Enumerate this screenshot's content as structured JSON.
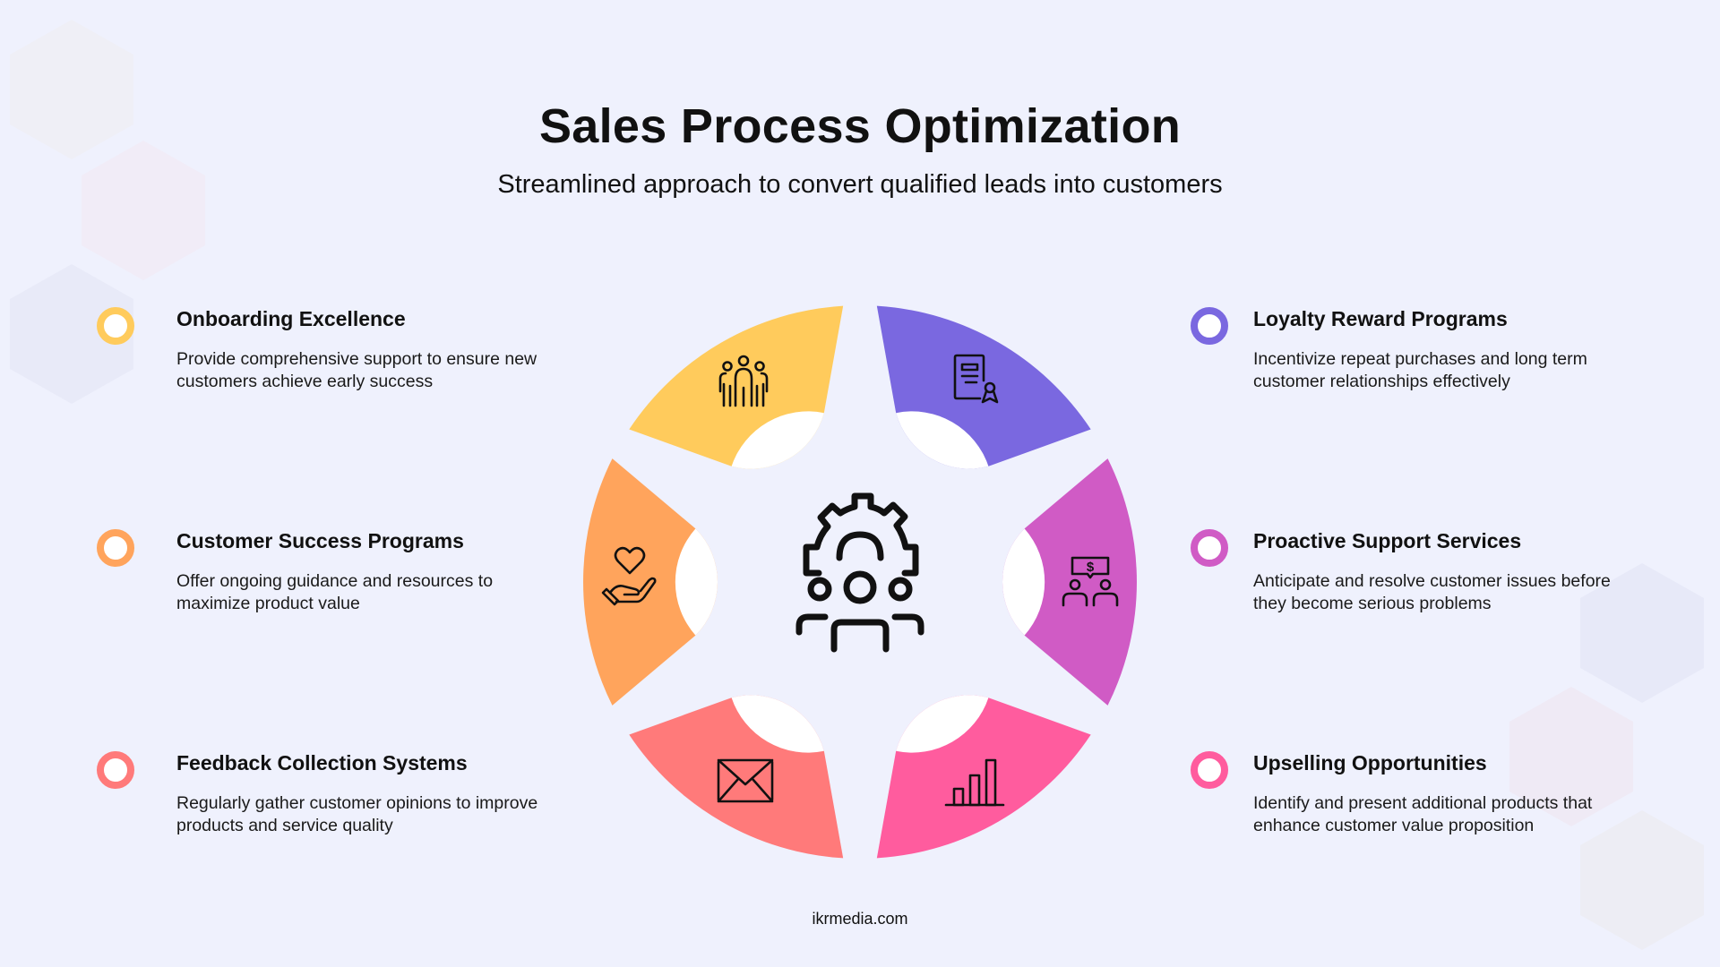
{
  "header": {
    "title": "Sales Process Optimization",
    "subtitle": "Streamlined approach to convert qualified leads into customers"
  },
  "left_items": [
    {
      "title": "Onboarding Excellence",
      "description": "Provide comprehensive support to ensure new customers achieve early success",
      "color": "#FFCB5C",
      "icon": "team-icon"
    },
    {
      "title": "Customer Success Programs",
      "description": "Offer ongoing guidance and resources to maximize product value",
      "color": "#FFA45C",
      "icon": "heart-hand-icon"
    },
    {
      "title": "Feedback Collection Systems",
      "description": "Regularly gather customer opinions to improve products and service quality",
      "color": "#FF7A7A",
      "icon": "envelope-icon"
    }
  ],
  "right_items": [
    {
      "title": "Loyalty Reward Programs",
      "description": "Incentivize repeat purchases and long term customer relationships effectively",
      "color": "#7A68E0",
      "icon": "certificate-icon"
    },
    {
      "title": "Proactive Support Services",
      "description": "Anticipate and resolve customer issues before they become serious problems",
      "color": "#D05BC5",
      "icon": "support-dollar-icon"
    },
    {
      "title": "Upselling Opportunities",
      "description": "Identify and present additional products that enhance customer value proposition",
      "color": "#FF5C9E",
      "icon": "bar-chart-icon"
    }
  ],
  "center_icon": "gear-people-icon",
  "footer": {
    "text": "ikrmedia.com"
  },
  "colors": {
    "background": "#EFF1FD",
    "text": "#111111"
  }
}
